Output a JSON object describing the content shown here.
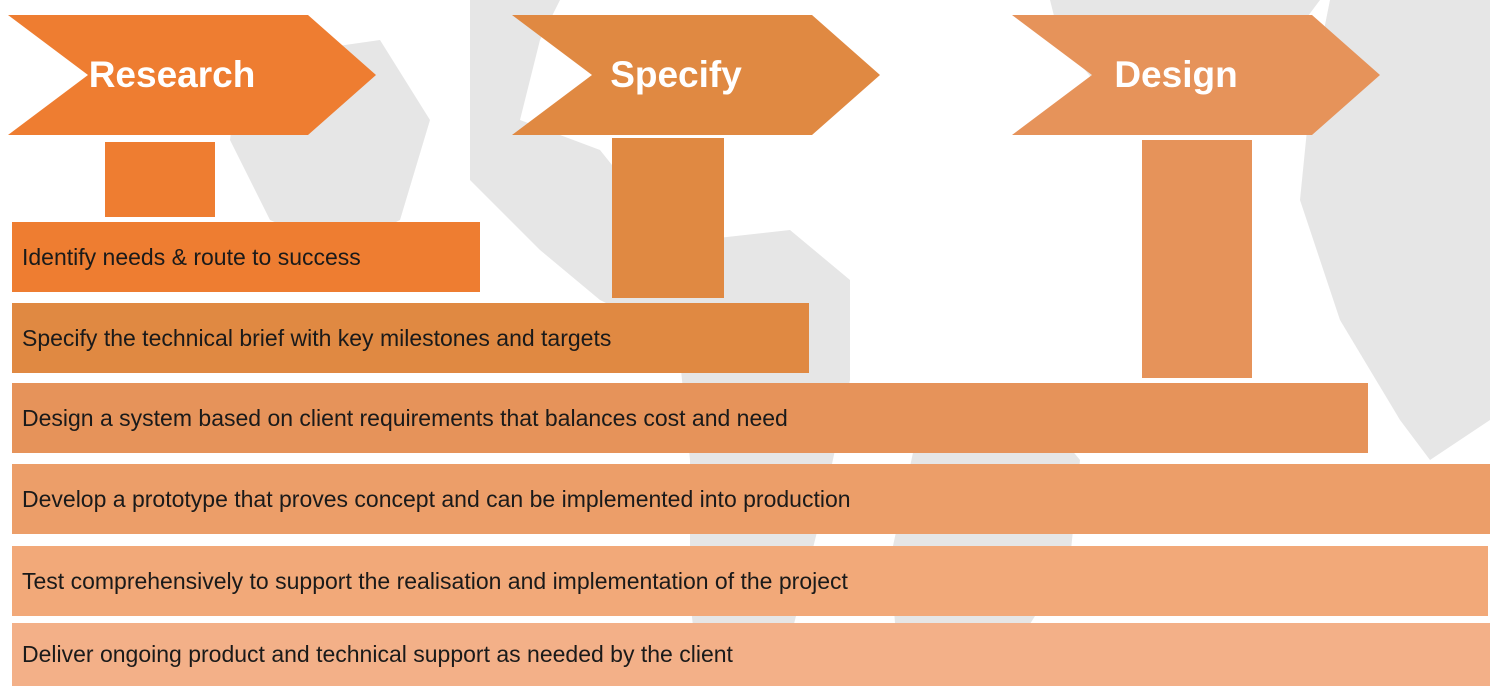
{
  "stages": [
    {
      "label": "Research",
      "color": "#ee7d31"
    },
    {
      "label": "Specify",
      "color": "#e08942"
    },
    {
      "label": "Design",
      "color": "#e6935a"
    }
  ],
  "steps": [
    {
      "text": "Identify needs & route to success",
      "color": "#ee7d31"
    },
    {
      "text": "Specify the technical brief with key milestones and  targets",
      "color": "#e08942"
    },
    {
      "text": "Design a system based on client requirements that balances cost and need",
      "color": "#e6935a"
    },
    {
      "text": "Develop a prototype that proves concept and can be implemented into production",
      "color": "#ec9e69"
    },
    {
      "text": "Test comprehensively to support the realisation and implementation of the project",
      "color": "#f2a979"
    },
    {
      "text": "Deliver ongoing product and technical support as needed by the client",
      "color": "#f3b088"
    }
  ]
}
